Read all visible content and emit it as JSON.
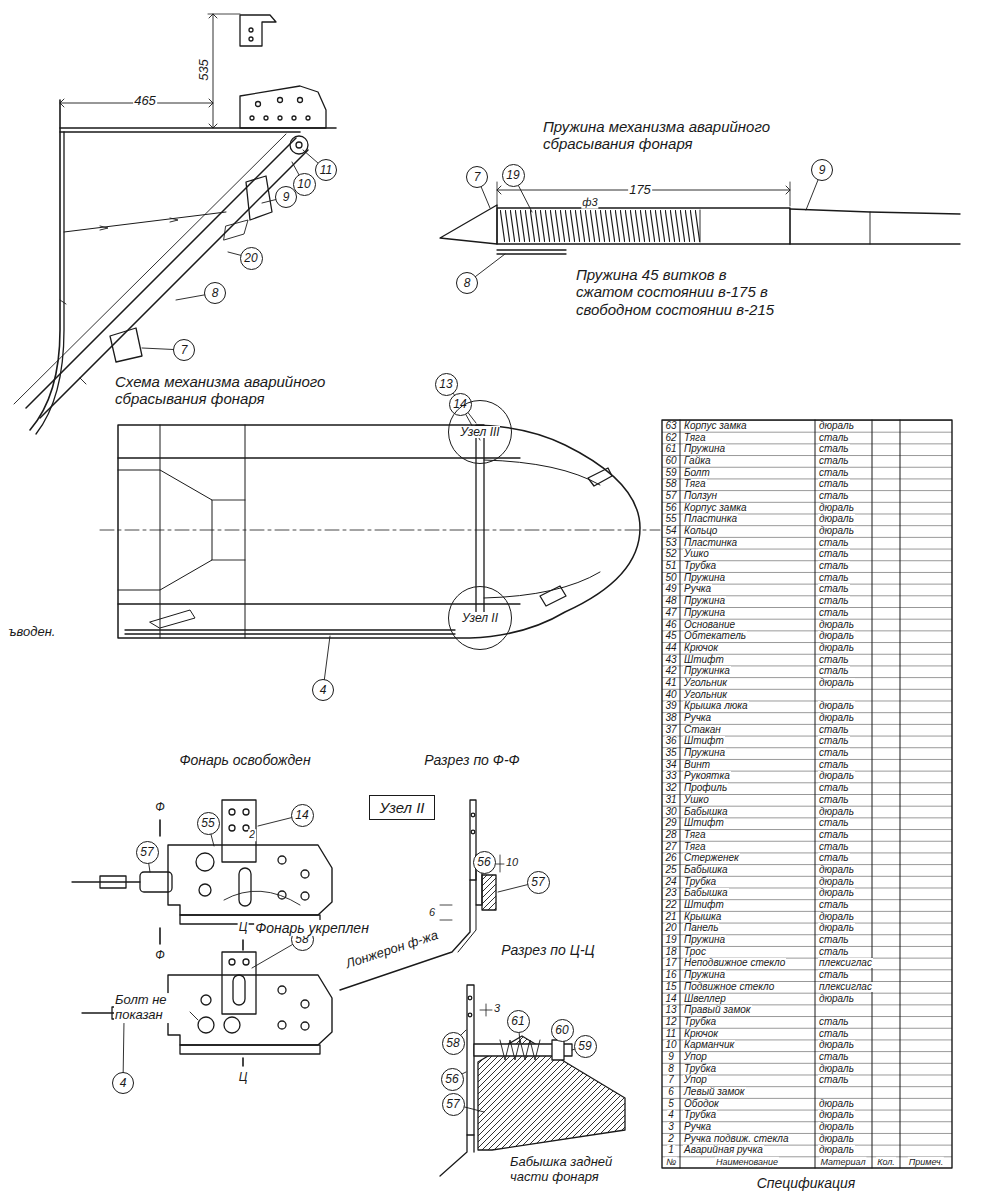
{
  "diagram": {
    "nodes": [
      {
        "text": [
          "11"
        ]
      },
      {
        "text": [
          "10"
        ]
      },
      {
        "text": [
          "9"
        ]
      },
      {
        "text": [
          "20"
        ]
      },
      {
        "text": [
          "8"
        ]
      },
      {
        "text": [
          "7"
        ]
      },
      {
        "text": [
          "7"
        ]
      },
      {
        "text": [
          "19"
        ]
      },
      {
        "text": [
          "9"
        ]
      },
      {
        "text": [
          "8"
        ]
      },
      {
        "text": [
          "13"
        ]
      },
      {
        "text": [
          "14"
        ]
      },
      {
        "text": [
          "Узел III"
        ]
      },
      {
        "text": [
          "Узел II"
        ]
      },
      {
        "text": [
          "4"
        ]
      },
      {
        "text": [
          "Узел II"
        ]
      },
      {
        "text": [
          "55"
        ]
      },
      {
        "text": [
          "14"
        ]
      },
      {
        "text": [
          "57"
        ]
      },
      {
        "text": [
          "58"
        ]
      },
      {
        "text": [
          "4"
        ]
      },
      {
        "text": [
          "56"
        ]
      },
      {
        "text": [
          "57"
        ]
      },
      {
        "text": [
          "58"
        ]
      },
      {
        "text": [
          "61"
        ]
      },
      {
        "text": [
          "60"
        ]
      },
      {
        "text": [
          "59"
        ]
      },
      {
        "text": [
          "56"
        ]
      },
      {
        "text": [
          "57"
        ]
      }
    ],
    "labels": [
      "535",
      "465",
      "Пружина механизма аварийного сбрасывания фонаря",
      "175",
      "ф3",
      "Пружина 45 витков в сжатом состоянии в-175 в свободном состоянии в-215",
      "Схема механизма аварийного сбрасывания фонаря",
      "ъводен.",
      "Фонарь освобожден",
      "Разрез по Ф-Ф",
      "Ф",
      "Ф",
      "2",
      "Ц",
      "Фонарь укреплен",
      "Ц",
      "Болт не показан",
      "10",
      "6",
      "Лонжерон ф-жа",
      "Разрез по Ц-Ц",
      "3",
      "Бабышка задней части фонаря",
      "№",
      "Наименование",
      "Материал",
      "Кол.",
      "Примеч.",
      "Спецификация",
      "63",
      "Корпус замка",
      "дюраль",
      "62",
      "Тяга",
      "сталь",
      "61",
      "Пружина",
      "сталь",
      "60",
      "Гайка",
      "сталь",
      "59",
      "Болт",
      "сталь",
      "58",
      "Тяга",
      "сталь",
      "57",
      "Ползун",
      "сталь",
      "56",
      "Корпус замка",
      "дюраль",
      "55",
      "Пластинка",
      "дюраль",
      "54",
      "Кольцо",
      "дюраль",
      "53",
      "Пластинка",
      "сталь",
      "52",
      "Ушко",
      "сталь",
      "51",
      "Трубка",
      "сталь",
      "50",
      "Пружина",
      "сталь",
      "49",
      "Ручка",
      "сталь",
      "48",
      "Пружина",
      "сталь",
      "47",
      "Пружина",
      "сталь",
      "46",
      "Основание",
      "дюраль",
      "45",
      "Обтекатель",
      "дюраль",
      "44",
      "Крючок",
      "дюраль",
      "43",
      "Штифт",
      "сталь",
      "42",
      "Пружинка",
      "сталь",
      "41",
      "Угольник",
      "дюраль",
      "40",
      "Угольник",
      "39",
      "Крышка люка",
      "дюраль",
      "38",
      "Ручка",
      "дюраль",
      "37",
      "Стакан",
      "сталь",
      "36",
      "Штифт",
      "сталь",
      "35",
      "Пружина",
      "сталь",
      "34",
      "Винт",
      "сталь",
      "33",
      "Рукоятка",
      "дюраль",
      "32",
      "Профиль",
      "сталь",
      "31",
      "Ушко",
      "сталь",
      "30",
      "Бабышка",
      "дюраль",
      "29",
      "Штифт",
      "сталь",
      "28",
      "Тяга",
      "сталь",
      "27",
      "Тяга",
      "сталь",
      "26",
      "Стерженек",
      "сталь",
      "25",
      "Бабышка",
      "дюраль",
      "24",
      "Трубка",
      "дюраль",
      "23",
      "Бабышка",
      "дюраль",
      "22",
      "Штифт",
      "сталь",
      "21",
      "Крышка",
      "дюраль",
      "20",
      "Панель",
      "дюраль",
      "19",
      "Пружина",
      "сталь",
      "18",
      "Трос",
      "сталь",
      "17",
      "Неподвижное стекло",
      "плексиглас",
      "16",
      "Пружина",
      "сталь",
      "15",
      "Подвижное стекло",
      "плексиглас",
      "14",
      "Швеллер",
      "дюраль",
      "13",
      "Правый замок",
      "12",
      "Трубка",
      "сталь",
      "11",
      "Крючок",
      "сталь",
      "10",
      "Карманчик",
      "дюраль",
      "9",
      "Упор",
      "сталь",
      "8",
      "Трубка",
      "дюраль",
      "7",
      "Упор",
      "сталь",
      "6",
      "Левый замок",
      "5",
      "Ободок",
      "дюраль",
      "4",
      "Трубка",
      "дюраль",
      "3",
      "Ручка",
      "дюраль",
      "2",
      "Ручка подвиж. стекла",
      "дюраль",
      "1",
      "Аварийная ручка",
      "дюраль"
    ]
  }
}
